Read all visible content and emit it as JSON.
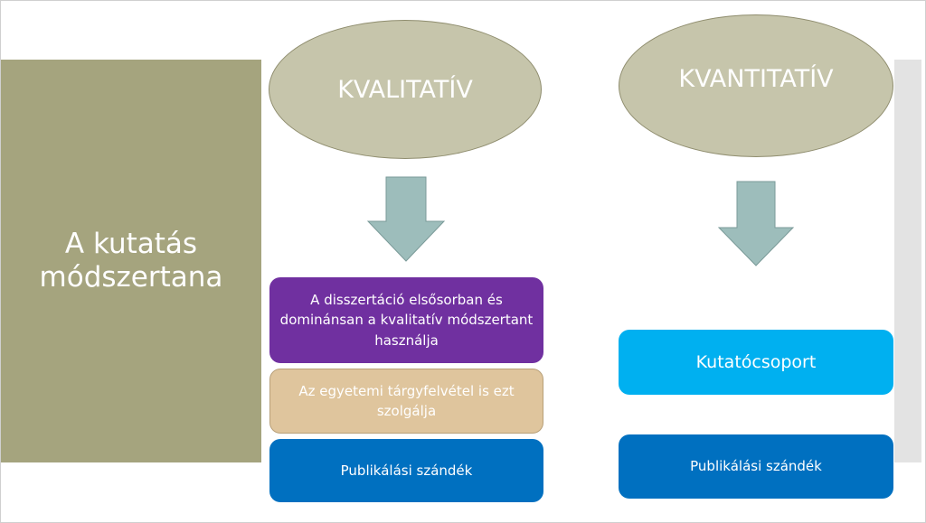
{
  "title": "A kutatás módszertana",
  "left": {
    "heading": "KVALITATÍV",
    "boxes": [
      "A disszertáció elsősorban és dominánsan a kvalitatív módszertant használja",
      "Az egyetemi tárgyfelvétel is ezt szolgálja",
      "Publikálási szándék"
    ]
  },
  "right": {
    "heading": "KVANTITATÍV",
    "boxes": [
      "Kutatócsoport",
      "Publikálási szándék"
    ]
  },
  "colors": {
    "olive": "#a5a47e",
    "ellipse": "#c6c5ab",
    "arrow": "#9dbdbb",
    "purple": "#7030a0",
    "tan": "#dfc59d",
    "blue": "#0070c0",
    "cyan": "#00b0f0"
  }
}
